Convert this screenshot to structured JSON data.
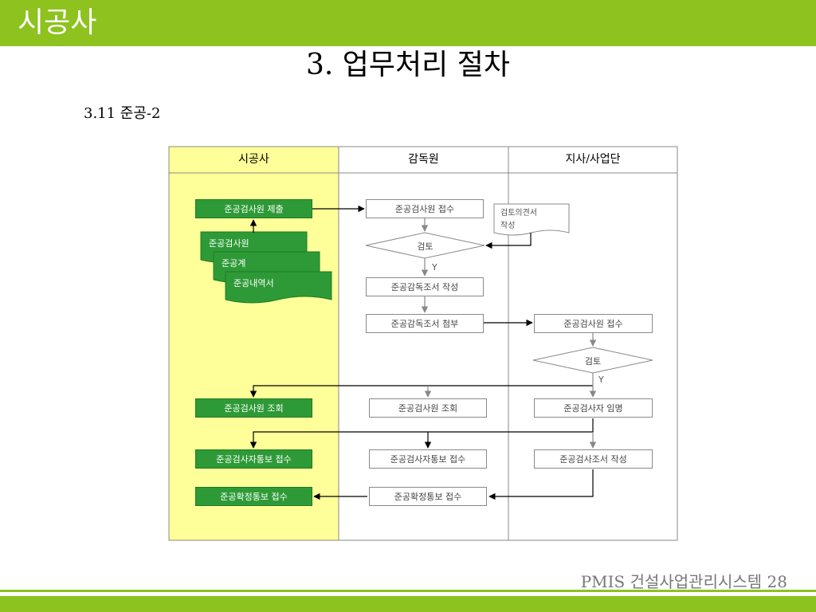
{
  "header": {
    "title": "시공사"
  },
  "page": {
    "title": "3. 업무처리 절차",
    "section": "3.11 준공-2"
  },
  "footer": {
    "text": "PMIS 건설사업관리시스템 28"
  },
  "colors": {
    "brand_green": "#8dc21f",
    "box_green": "#2e9a37",
    "lane_yellow": "#ffff99"
  },
  "diagram": {
    "lanes": [
      "시공사",
      "감독원",
      "지사/사업단"
    ],
    "contractor": {
      "submit": "준공검사원 제출",
      "docs": [
        "준공검사원",
        "준공계",
        "준공내역서"
      ],
      "view": "준공검사원 조회",
      "notice_receive": "준공검사자통보 접수",
      "confirm_receive": "준공확정통보 접수"
    },
    "supervisor": {
      "receive": "준공검사원 접수",
      "review": "검토",
      "yes": "Y",
      "report_write": "준공감독조서 작성",
      "report_attach": "준공감독조서 첨부",
      "view": "준공검사원  조회",
      "notice_receive": "준공검사자통보 접수",
      "confirm_receive": "준공확정통보 접수"
    },
    "branch": {
      "opinion": "검토의견서\n작성",
      "receive": "준공검사원 접수",
      "review": "검토",
      "yes": "Y",
      "appoint": "준공검사자 임명",
      "report_write": "준공검사조서 작성"
    }
  }
}
